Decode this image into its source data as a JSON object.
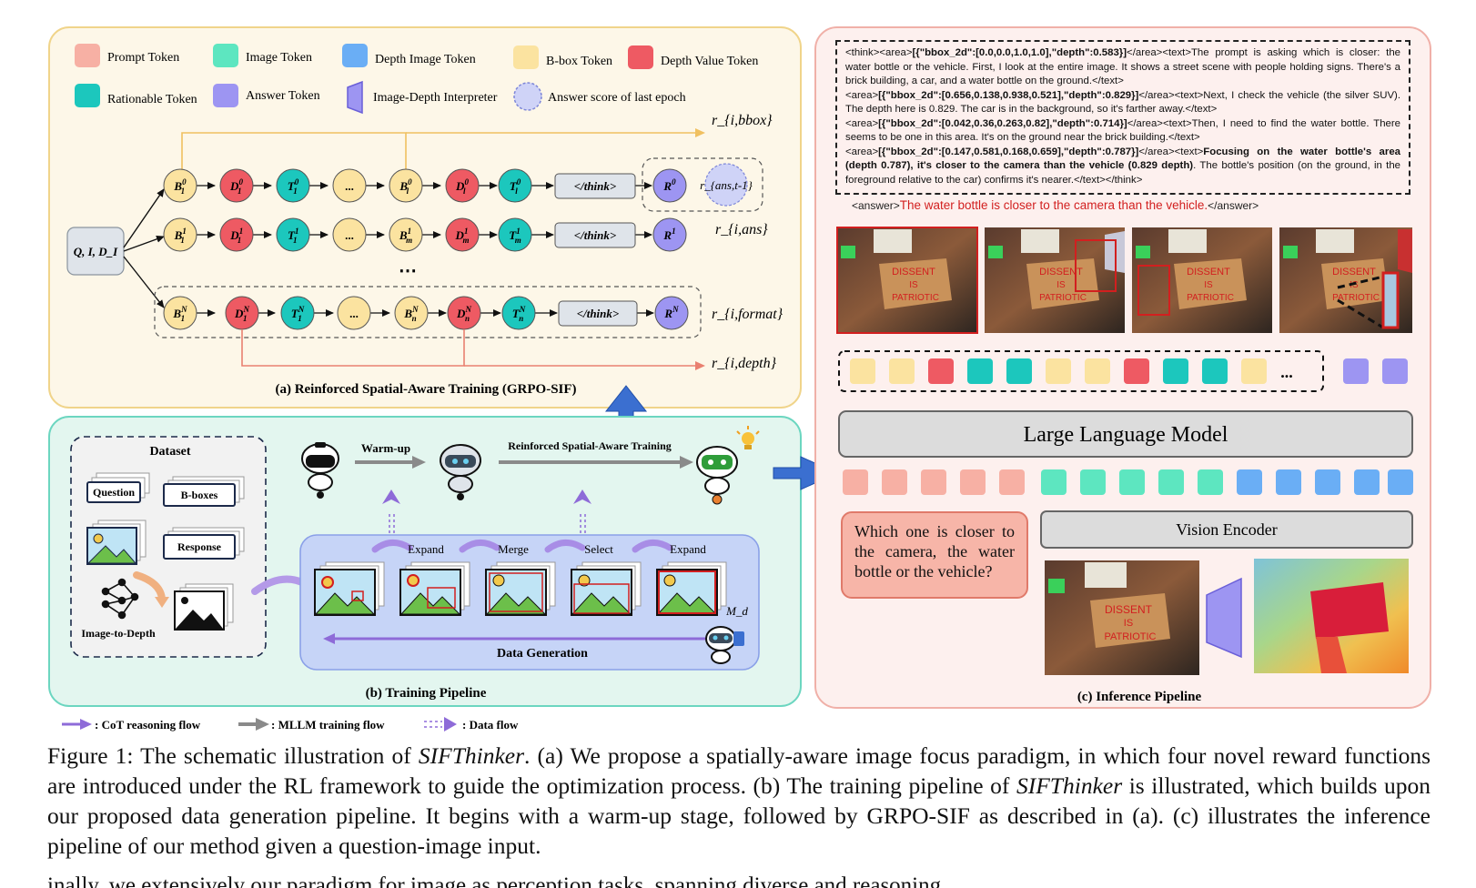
{
  "legend": {
    "prompt_token": "Prompt Token",
    "image_token": "Image Token",
    "depth_image_token": "Depth Image Token",
    "bbox_token": "B-box Token",
    "depth_value_token": "Depth Value Token",
    "rationable_token": "Rationable Token",
    "answer_token": "Answer Token",
    "interpreter": "Image-Depth Interpreter",
    "answer_score": "Answer score of last epoch"
  },
  "colors": {
    "prompt": "#f7b0a4",
    "image": "#5de6c0",
    "depth_image": "#6aaef5",
    "bbox": "#fbe3a0",
    "depth_value": "#ee5a63",
    "rationable": "#1cc7bd",
    "answer": "#9d95f2",
    "panel_a_bg": "#fdf7e8",
    "panel_b_bg": "#e3f6ef",
    "panel_c_bg": "#fdf0ee"
  },
  "panel_a": {
    "input_node": "Q, I, D_I",
    "think_label": "</think>",
    "ellipsis": "...",
    "row_dots": "⋯",
    "title": "(a) Reinforced Spatial-Aware Training (GRPO-SIF)",
    "rewards": {
      "bbox": "r_{i,bbox}",
      "ans_prev": "r_{ans,t-1}",
      "ans": "r_{i,ans}",
      "format": "r_{i,format}",
      "depth": "r_{i,depth}"
    }
  },
  "panel_b": {
    "title": "(b) Training Pipeline",
    "dataset_title": "Dataset",
    "question": "Question",
    "bboxes": "B-boxes",
    "response": "Response",
    "image_to_depth": "Image-to-Depth",
    "warmup": "Warm-up",
    "rsat": "Reinforced Spatial-Aware Training",
    "steps": [
      "Expand",
      "Merge",
      "Select",
      "Expand"
    ],
    "data_generation": "Data Generation",
    "md_label": "M_d"
  },
  "panel_c": {
    "title": "(c) Inference Pipeline",
    "think_text": {
      "l1a": "<think><area>",
      "l1b": "[{\"bbox_2d\":[0.0,0.0,1.0,1.0],\"depth\":0.583}]",
      "l1c": "</area><text>The prompt is asking which is closer: the water bottle or the vehicle. First, I look at the entire image. It shows a street scene with people holding signs. There's a brick building, a car, and a water bottle on the ground.</text>",
      "l2a": "<area>",
      "l2b": "[{\"bbox_2d\":[0.656,0.138,0.938,0.521],\"depth\":0.829}]",
      "l2c": "</area><text>Next, I check the vehicle (the silver SUV). The depth here is 0.829. The car is in the background, so it's farther away.</text>",
      "l3a": "<area>",
      "l3b": "[{\"bbox_2d\":[0.042,0.36,0.263,0.82],\"depth\":0.714}]",
      "l3c": "</area><text>Then, I need to find the water bottle. There seems to be one in this area. It's on the ground near the brick building.</text>",
      "l4a": "<area>",
      "l4b": "[{\"bbox_2d\":[0.147,0.581,0.168,0.659],\"depth\":0.787}]",
      "l4c": "</area><text>",
      "l4d": "Focusing on the water bottle's area (depth 0.787), it's closer to the camera than the vehicle (0.829 depth)",
      "l4e": ". The bottle's position (on the ground, in the foreground relative to the car) confirms it's nearer.</text></think>"
    },
    "answer_open": "<answer>",
    "answer_text": "The water bottle is closer to the camera than the vehicle.",
    "answer_close": "</answer>",
    "token_ellipsis": "...",
    "llm": "Large Language Model",
    "vision_encoder": "Vision Encoder",
    "question": "Which one is closer to the camera, the water bottle or the vehicle?",
    "sign_text": [
      "DISSENT",
      "IS",
      "PATRIOTIC"
    ]
  },
  "flow_legend": {
    "cot": ": CoT reasoning flow",
    "mllm": ": MLLM training flow",
    "data": ": Data flow"
  },
  "caption": {
    "fig_label": "Figure 1: The schematic illustration of ",
    "name": "SIFThinker",
    "part1": ". (a) We propose a spatially-aware image focus paradigm, in which four novel reward functions are introduced under the RL framework to guide the optimization process. (b) The training pipeline of ",
    "part2": " is illustrated, which builds upon our proposed data generation pipeline. It begins with a warm-up stage, followed by GRPO-SIF as described in (a). (c) illustrates the inference pipeline of our method given a question-image input.",
    "next_line": "inally, we extensively our paradigm for image as perception tasks, spanning diverse and reasoning"
  }
}
